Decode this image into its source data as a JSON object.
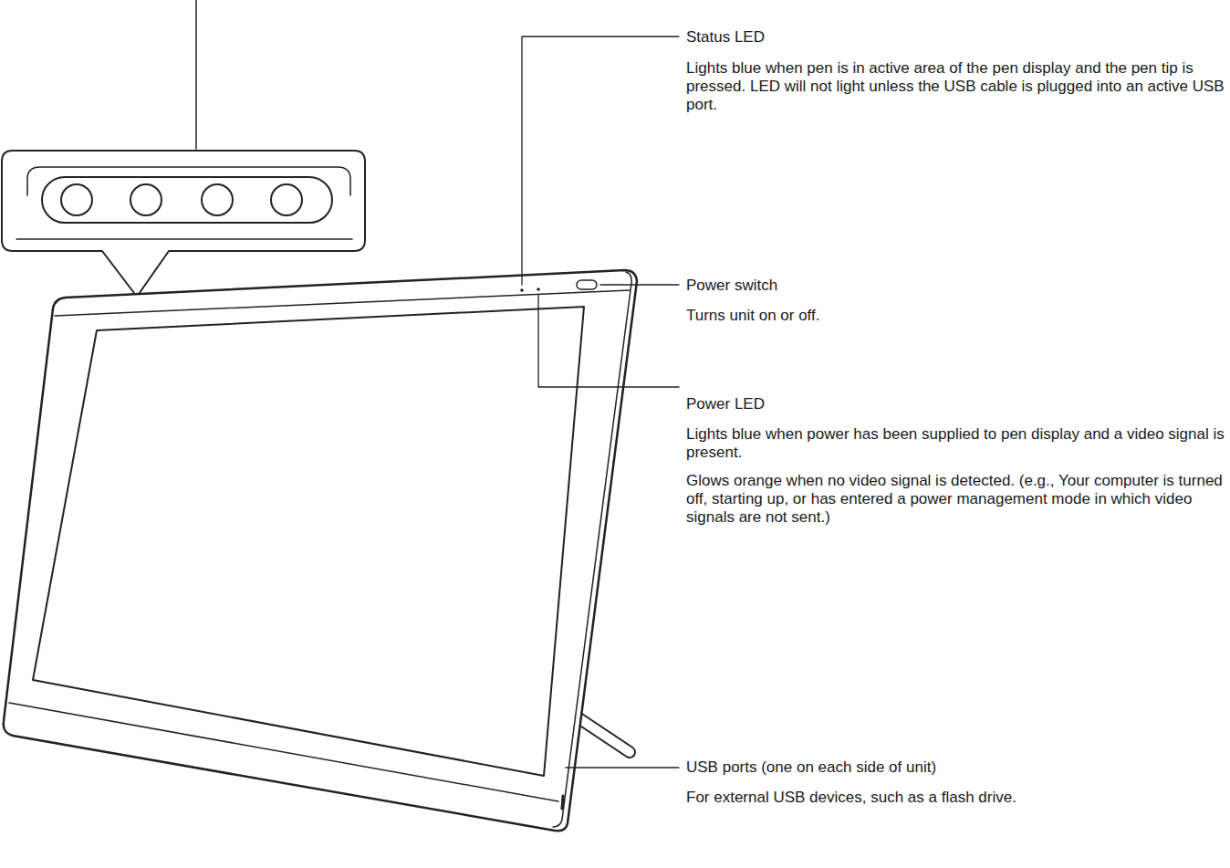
{
  "diagram": {
    "labels": [
      "Status LED",
      "Lights blue when pen is in active area of the pen display and the pen tip is pressed.  LED will not light unless the USB cable is plugged into an active USB port.",
      "Power switch",
      "Turns unit on or off.",
      "Power LED",
      "Lights blue when power has been supplied to pen display and a video signal is present.",
      "Glows orange when no video signal is detected. (e.g., Your computer is turned off, starting up, or has entered a power management mode in which video signals are not sent.)",
      "USB ports (one on each side of unit)",
      "For external USB devices, such as a flash drive."
    ]
  }
}
